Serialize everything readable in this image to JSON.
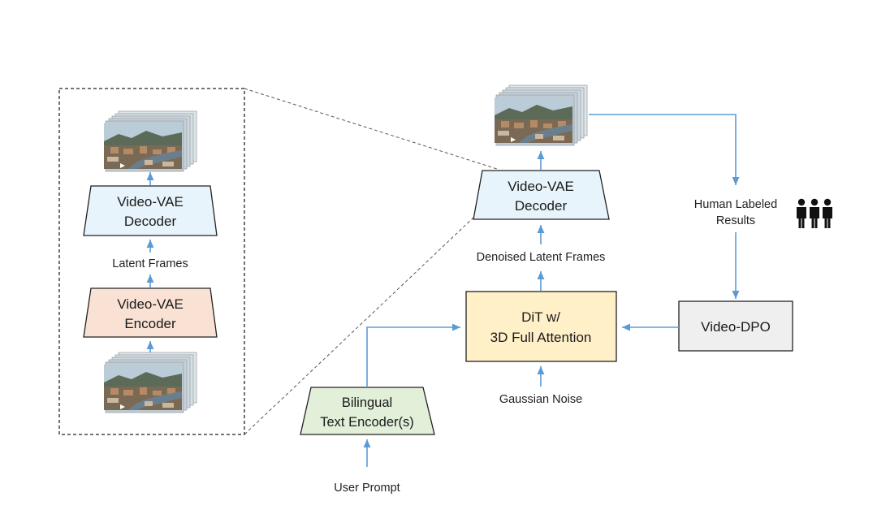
{
  "colors": {
    "arrow": "#5b9bd5",
    "vae_decoder_fill": "#e8f4fb",
    "vae_encoder_fill": "#f9e1d4",
    "dit_fill": "#fff0c8",
    "text_encoder_fill": "#e2efd9",
    "dpo_fill": "#efefef",
    "box_stroke": "#222222",
    "zoom_line": "#555555"
  },
  "icons": {
    "video_frames": "video-frames-stack-icon",
    "people": "people-group-icon"
  },
  "inset": {
    "decoder": {
      "line1": "Video-VAE",
      "line2": "Decoder"
    },
    "latent_label": "Latent Frames",
    "encoder": {
      "line1": "Video-VAE",
      "line2": "Encoder"
    }
  },
  "main": {
    "decoder": {
      "line1": "Video-VAE",
      "line2": "Decoder"
    },
    "denoised_label": "Denoised Latent Frames",
    "dit": {
      "line1": "DiT w/",
      "line2": "3D Full Attention"
    },
    "noise_label": "Gaussian Noise",
    "text_encoder": {
      "line1": "Bilingual",
      "line2": "Text Encoder(s)"
    },
    "prompt_label": "User Prompt",
    "human_label": {
      "line1": "Human Labeled",
      "line2": "Results"
    },
    "dpo": {
      "label": "Video-DPO"
    }
  }
}
